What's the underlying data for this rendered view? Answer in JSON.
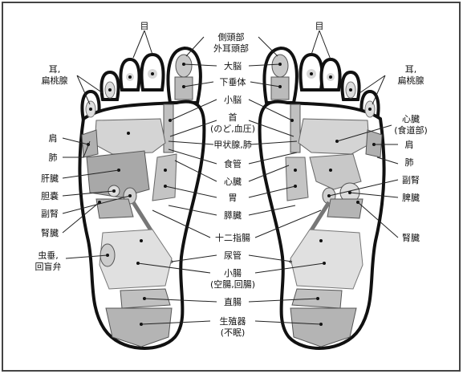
{
  "labels": {
    "top": [
      "側頭部",
      "外耳頭部"
    ],
    "eye_left": "目",
    "eye_right": "目",
    "ear_left": [
      "耳,",
      "扁桃腺"
    ],
    "ear_right": [
      "耳,",
      "扁桃腺"
    ],
    "center": [
      "大脳",
      "下垂体",
      "小脳",
      "首",
      "(のど,血圧)",
      "甲状腺,肺",
      "食管",
      "心臓",
      "胃",
      "膵臓",
      "十二指腸",
      "尿管",
      "小腸",
      "(空腸,回腸)",
      "直腸",
      "生殖器",
      "(不眠)"
    ],
    "left_side": [
      "肩",
      "肺",
      "肝臓",
      "胆嚢",
      "副腎",
      "腎臓",
      "虫垂,",
      "回盲弁"
    ],
    "right_side": [
      "心臓",
      "(食道部)",
      "肩",
      "肺",
      "副腎",
      "脾臓",
      "腎臓"
    ]
  },
  "colors": {
    "outline": "#111111",
    "light_zone": "#d8d8d8",
    "mid_zone": "#b8b8b8",
    "dark_zone": "#9a9a9a",
    "border": "#444444"
  }
}
